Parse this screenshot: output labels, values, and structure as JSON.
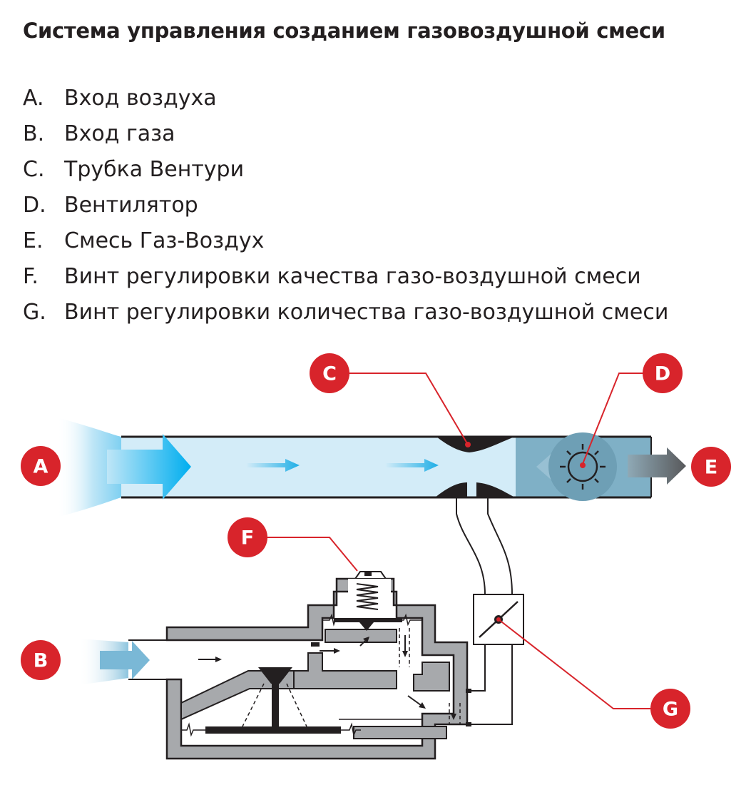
{
  "title": "Система управления созданием газовоздушной смеси",
  "legend": [
    {
      "key": "A.",
      "text": "Вход воздуха"
    },
    {
      "key": "B.",
      "text": "Вход газа"
    },
    {
      "key": "C.",
      "text": "Трубка Вентури"
    },
    {
      "key": "D.",
      "text": "Вентилятор"
    },
    {
      "key": "E.",
      "text": "Смесь Газ-Воздух"
    },
    {
      "key": "F.",
      "text": "Винт регулировки качества газо-воздушной смеси"
    },
    {
      "key": "G.",
      "text": "Винт регулировки количества газо-воздушной смеси"
    }
  ],
  "callouts": {
    "A": "A",
    "B": "B",
    "C": "C",
    "D": "D",
    "E": "E",
    "F": "F",
    "G": "G"
  },
  "colors": {
    "callout_fill": "#d8242b",
    "leader_line": "#d8242b",
    "air_pipe": "#d3ecf8",
    "fan_section": "#7fb0c6",
    "valve_body": "#a7a9ac",
    "dark": "#231f20",
    "air_arrow": "#1eaee6",
    "output_arrow": "#6d6e71"
  }
}
